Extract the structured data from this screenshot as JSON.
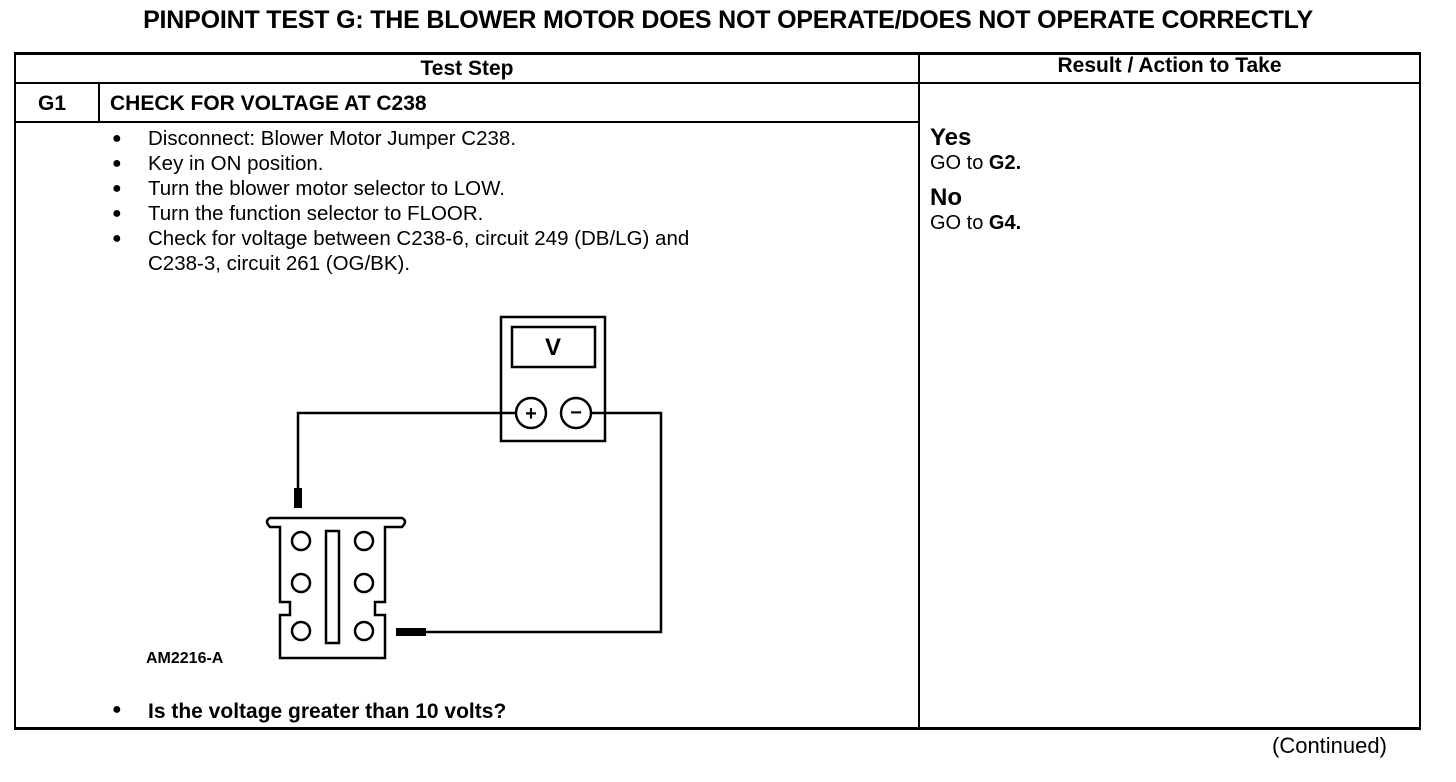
{
  "title": "PINPOINT TEST  G: THE BLOWER MOTOR DOES NOT OPERATE/DOES NOT OPERATE CORRECTLY",
  "table": {
    "col_headers": [
      "Test Step",
      "Result / Action to Take"
    ],
    "step_id": "G1",
    "step_title": "CHECK FOR VOLTAGE AT C238",
    "instructions": [
      "Disconnect: Blower Motor Jumper C238.",
      "Key in ON position.",
      "Turn the blower motor selector to LOW.",
      "Turn the function selector to FLOOR.",
      "Check for voltage between C238-6, circuit 249 (DB/LG) and",
      "C238-3, circuit 261 (OG/BK)."
    ],
    "figure": {
      "meter_symbol": "V",
      "plus_symbol": "+",
      "minus_symbol": "−",
      "figure_id": "AM2216-A"
    },
    "question": "Is the voltage greater than 10 volts?",
    "results": [
      {
        "answer": "Yes",
        "action_prefix": "GO to",
        "action_target": "G2."
      },
      {
        "answer": "No",
        "action_prefix": "GO to",
        "action_target": "G4."
      }
    ]
  },
  "footer": "(Continued)"
}
